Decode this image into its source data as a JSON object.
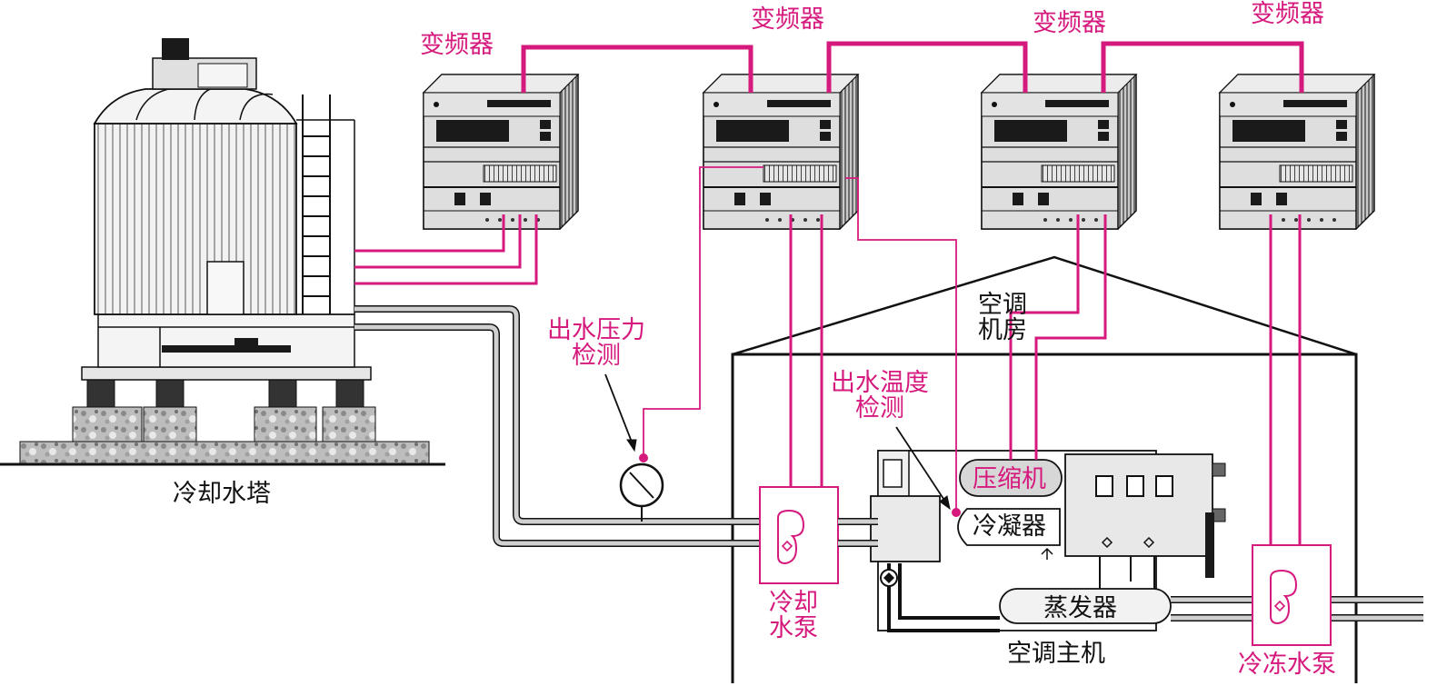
{
  "labels": {
    "inverter_1": "变频器",
    "inverter_2": "变频器",
    "inverter_3": "变频器",
    "inverter_4": "变频器",
    "cooling_tower": "冷却水塔",
    "pressure_sensor_l1": "出水压力",
    "pressure_sensor_l2": "检测",
    "temp_sensor_l1": "出水温度",
    "temp_sensor_l2": "检测",
    "machine_room_l1": "空调",
    "machine_room_l2": "机房",
    "compressor": "压缩机",
    "condenser": "冷凝器",
    "evaporator": "蒸发器",
    "chiller": "空调主机",
    "cooling_pump_l1": "冷却",
    "cooling_pump_l2": "水泵",
    "chilled_pump": "冷冻水泵"
  },
  "colors": {
    "signal_line": "#d6197d",
    "equipment_outline": "#111111",
    "inverter_body": "#d9d9d9",
    "inverter_panel": "#1a1a1a",
    "pipe": "#bfbfbf"
  },
  "icons": {
    "pressure_gauge": "gauge-icon",
    "pump": "pump-icon",
    "tower_fan": "fan-icon"
  }
}
